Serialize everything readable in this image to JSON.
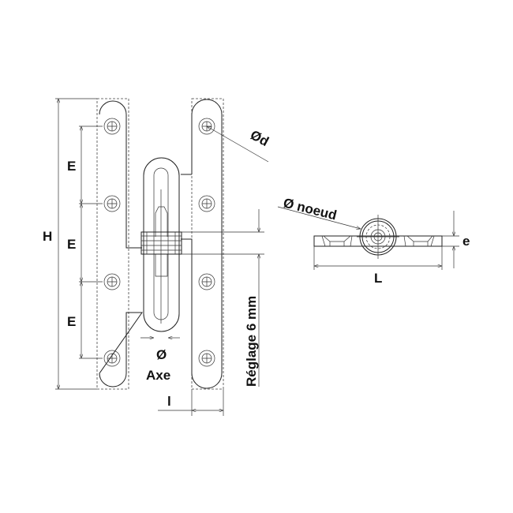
{
  "labels": {
    "height": "H",
    "spacing_1": "E",
    "spacing_2": "E",
    "spacing_3": "E",
    "hole_diameter": "Ød",
    "axis_diameter_symbol": "Ø",
    "axis_label": "Axe",
    "adjustment": "Réglage 6 mm",
    "offset": "l",
    "knuckle_diameter": "Ø noeud",
    "length": "L",
    "thickness": "e"
  }
}
